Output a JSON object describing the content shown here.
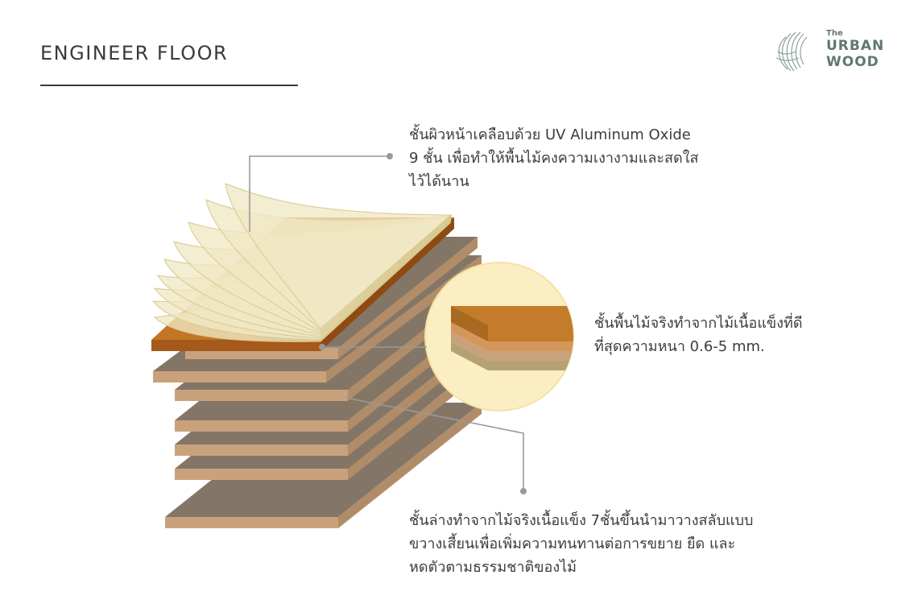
{
  "page": {
    "title": "ENGINEER FLOOR"
  },
  "logo": {
    "the": "The",
    "line1": "URBAN",
    "line2": "WOOD",
    "color": "#5e7a6c"
  },
  "callouts": {
    "top": {
      "lines": [
        "ชั้นผิวหน้าเคลือบด้วย UV Aluminum Oxide",
        "9 ชั้น เพื่อทำให้พื้นไม้คงความเงางามและสดใส",
        "ไว้ได้นาน"
      ]
    },
    "middle": {
      "lines": [
        "ชั้นพื้นไม้จริงทำจากไม้เนื้อแข็งที่ดี",
        "ที่สุดความหนา 0.6-5 mm."
      ]
    },
    "bottom": {
      "lines": [
        "ชั้นล่างทำจากไม้จริงเนื้อแข็ง 7ชั้นขึ้นนำมาวางสลับแบบ",
        "ขวางเสี้ยนเพื่อเพิ่มความทนทานต่อการขยาย ยืด และ",
        "หดตัวตามธรรมชาติของไม้"
      ]
    }
  },
  "colors": {
    "plank_top": "#847667",
    "plank_edge": "#c9a27c",
    "veneer": "#a5591b",
    "veneer_top": "#c27624",
    "coating": "#efe8c4",
    "coating_stroke": "#d8c98f",
    "lens_fill": "#fbeec2",
    "leader": "#999999"
  }
}
